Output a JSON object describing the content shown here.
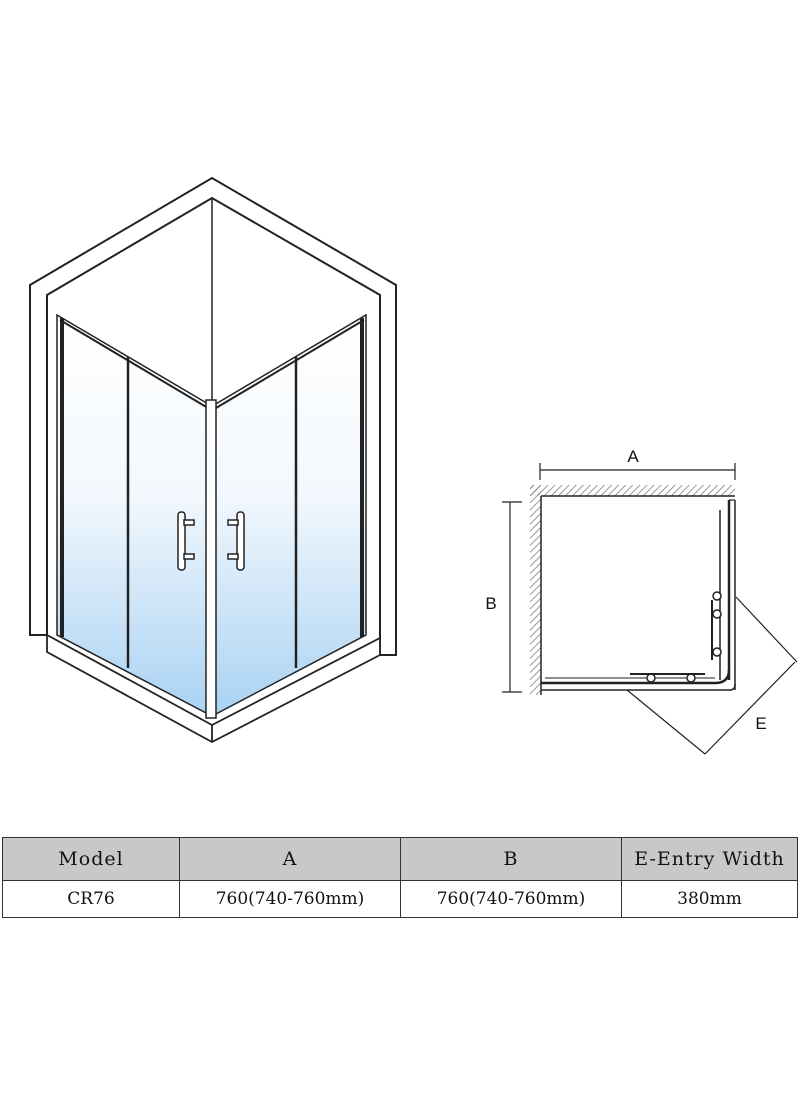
{
  "plan": {
    "label_a": "A",
    "label_b": "B",
    "label_e": "E"
  },
  "table": {
    "headers": [
      "Model",
      "A",
      "B",
      "E-Entry Width"
    ],
    "rows": [
      [
        "CR76",
        "760(740-760mm)",
        "760(740-760mm)",
        "380mm"
      ]
    ]
  },
  "colors": {
    "glass_top": "#ffffff",
    "glass_bottom": "#a9d2f3",
    "header_bg": "#c8c8c8",
    "line": "#222222"
  }
}
